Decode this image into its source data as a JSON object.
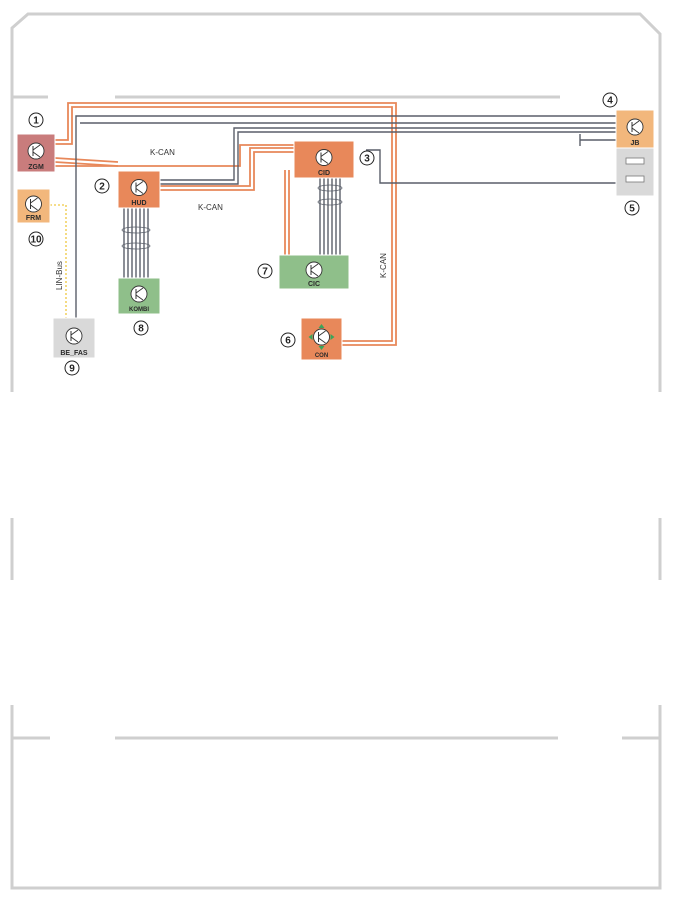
{
  "diagram": {
    "modules": [
      {
        "id": "zgm",
        "label": "ZGM",
        "number": "1",
        "color": "#c97c7c"
      },
      {
        "id": "hud",
        "label": "HUD",
        "number": "2",
        "color": "#e8885a"
      },
      {
        "id": "cid",
        "label": "CID",
        "number": "3",
        "color": "#e8885a"
      },
      {
        "id": "jb",
        "label": "JB",
        "number": "4",
        "color": "#f2b77c"
      },
      {
        "id": "fuse",
        "label": "",
        "number": "5",
        "color": "#d9d9d9"
      },
      {
        "id": "con",
        "label": "CON",
        "number": "6",
        "color": "#e8885a"
      },
      {
        "id": "cic",
        "label": "CIC",
        "number": "7",
        "color": "#8fbf8a"
      },
      {
        "id": "kombi",
        "label": "KOMBI",
        "number": "8",
        "color": "#8fbf8a"
      },
      {
        "id": "befas",
        "label": "BE_FAS",
        "number": "9",
        "color": "#d9d9d9"
      },
      {
        "id": "frm",
        "label": "FRM",
        "number": "10",
        "color": "#f2b77c"
      }
    ],
    "bus_labels": {
      "kcan_top": "K-CAN",
      "kcan_mid": "K-CAN",
      "kcan_right": "K-CAN",
      "lin_bus": "LIN-Bus"
    },
    "colors": {
      "kcan_wire": "#e8885a",
      "power_wire": "#5a5f6a",
      "lin_wire": "#f2d264",
      "frame": "#c8c8c8"
    }
  }
}
